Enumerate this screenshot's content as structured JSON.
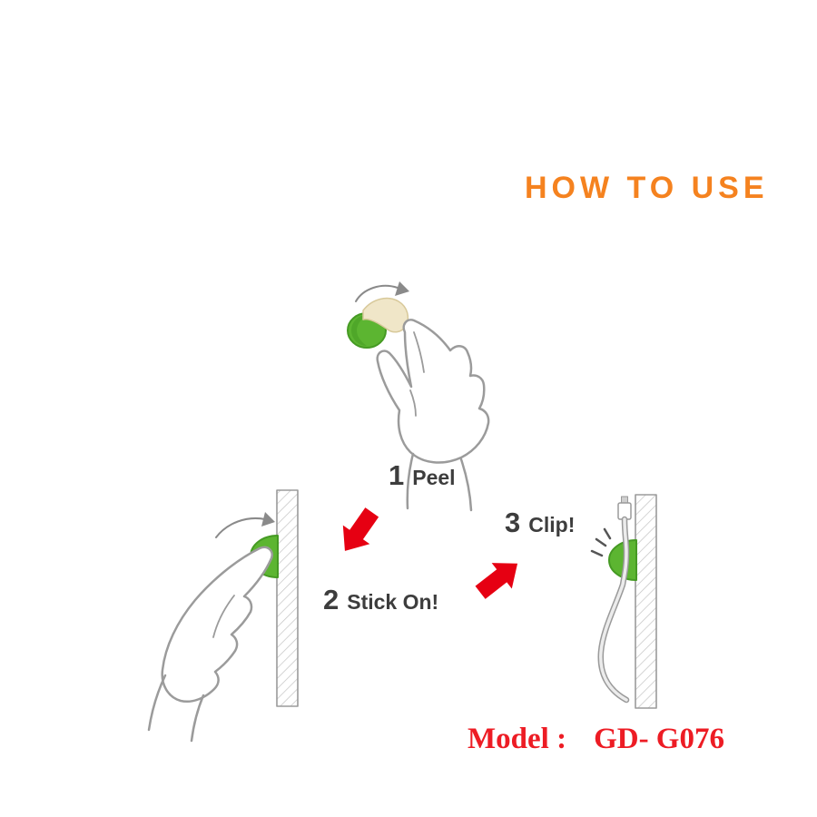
{
  "title": "HOW TO USE",
  "steps": [
    {
      "num": "1",
      "label": "Peel"
    },
    {
      "num": "2",
      "label": "Stick On!"
    },
    {
      "num": "3",
      "label": "Clip!"
    }
  ],
  "model": {
    "label": "Model :",
    "value": "GD- G076"
  },
  "colors": {
    "title_orange": "#f5821f",
    "arrow_red": "#e60012",
    "model_red": "#ed1c24",
    "clip_green": "#5cb531",
    "clip_green_dark": "#459a23",
    "sticker_cream": "#f0e6c8",
    "line_gray": "#9b9b9b",
    "text_gray": "#3d3d3d"
  },
  "icons": {
    "rotate_arrow_peel": "curved-arrow-icon",
    "rotate_arrow_stick": "curved-arrow-icon",
    "step1_to_step2": "red-arrow-down-left-icon",
    "step2_to_step3": "red-arrow-up-right-icon",
    "click_emphasis": "click-lines-icon"
  }
}
